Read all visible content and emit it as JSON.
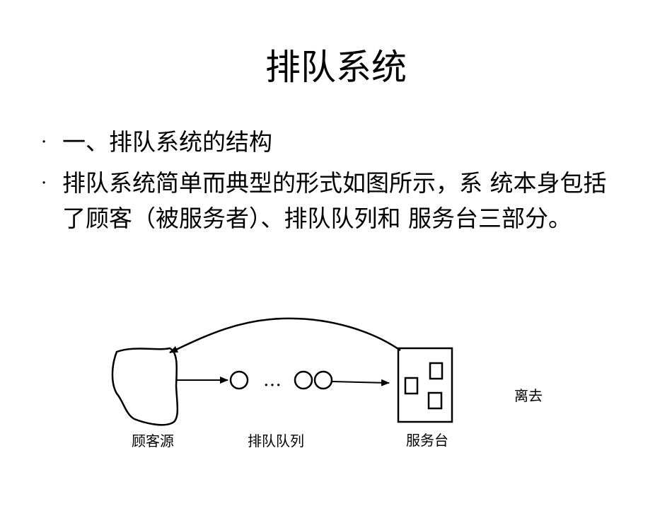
{
  "slide": {
    "title": "排队系统",
    "bullets": [
      {
        "marker": "·",
        "text": "一、排队系统的结构"
      },
      {
        "marker": "·",
        "text": "排队系统简单而典型的形式如图所示，系  统本身包括了顾客（被服务者）、排队队列和  服务台三部分。"
      }
    ]
  },
  "diagram": {
    "labels": {
      "source": "顾客源",
      "queue": "排队队列",
      "server": "服务台",
      "leave": "离去"
    },
    "queue_ellipsis": "…"
  }
}
